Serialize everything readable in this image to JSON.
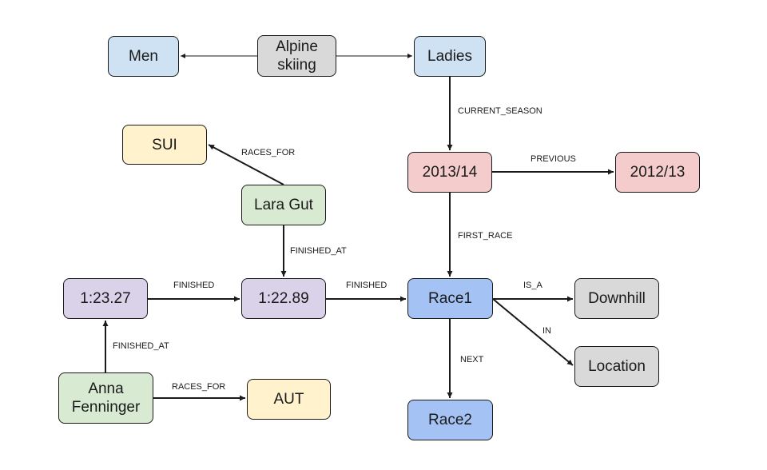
{
  "colors": {
    "blue_light": "#cfe2f3",
    "gray": "#d9d9d9",
    "yellow": "#fff2cc",
    "red": "#f4cccc",
    "green": "#d9ead3",
    "purple": "#d9d2e9",
    "blue": "#a4c2f4",
    "stroke": "#1a1a1a"
  },
  "nodes": {
    "men": {
      "label": "Men",
      "color": "#cfe2f3"
    },
    "alpine": {
      "label": "Alpine\nskiing",
      "color": "#d9d9d9"
    },
    "ladies": {
      "label": "Ladies",
      "color": "#cfe2f3"
    },
    "sui": {
      "label": "SUI",
      "color": "#fff2cc"
    },
    "season_2013": {
      "label": "2013/14",
      "color": "#f4cccc"
    },
    "season_2012": {
      "label": "2012/13",
      "color": "#f4cccc"
    },
    "lara_gut": {
      "label": "Lara Gut",
      "color": "#d9ead3"
    },
    "time_12327": {
      "label": "1:23.27",
      "color": "#d9d2e9"
    },
    "time_12289": {
      "label": "1:22.89",
      "color": "#d9d2e9"
    },
    "race1": {
      "label": "Race1",
      "color": "#a4c2f4"
    },
    "downhill": {
      "label": "Downhill",
      "color": "#d9d9d9"
    },
    "location": {
      "label": "Location",
      "color": "#d9d9d9"
    },
    "anna": {
      "label": "Anna\nFenninger",
      "color": "#d9ead3"
    },
    "aut": {
      "label": "AUT",
      "color": "#fff2cc"
    },
    "race2": {
      "label": "Race2",
      "color": "#a4c2f4"
    }
  },
  "edges": {
    "alpine_men": {
      "label": ""
    },
    "alpine_ladies": {
      "label": ""
    },
    "current_season": {
      "label": "CURRENT_SEASON"
    },
    "previous": {
      "label": "PREVIOUS"
    },
    "races_for_lara": {
      "label": "RACES_FOR"
    },
    "first_race": {
      "label": "FIRST_RACE"
    },
    "finished_at_lara": {
      "label": "FINISHED_AT"
    },
    "finished_1": {
      "label": "FINISHED"
    },
    "finished_2": {
      "label": "FINISHED"
    },
    "is_a": {
      "label": "IS_A"
    },
    "in": {
      "label": "IN"
    },
    "finished_at_anna": {
      "label": "FINISHED_AT"
    },
    "next": {
      "label": "NEXT"
    },
    "races_for_anna": {
      "label": "RACES_FOR"
    }
  }
}
